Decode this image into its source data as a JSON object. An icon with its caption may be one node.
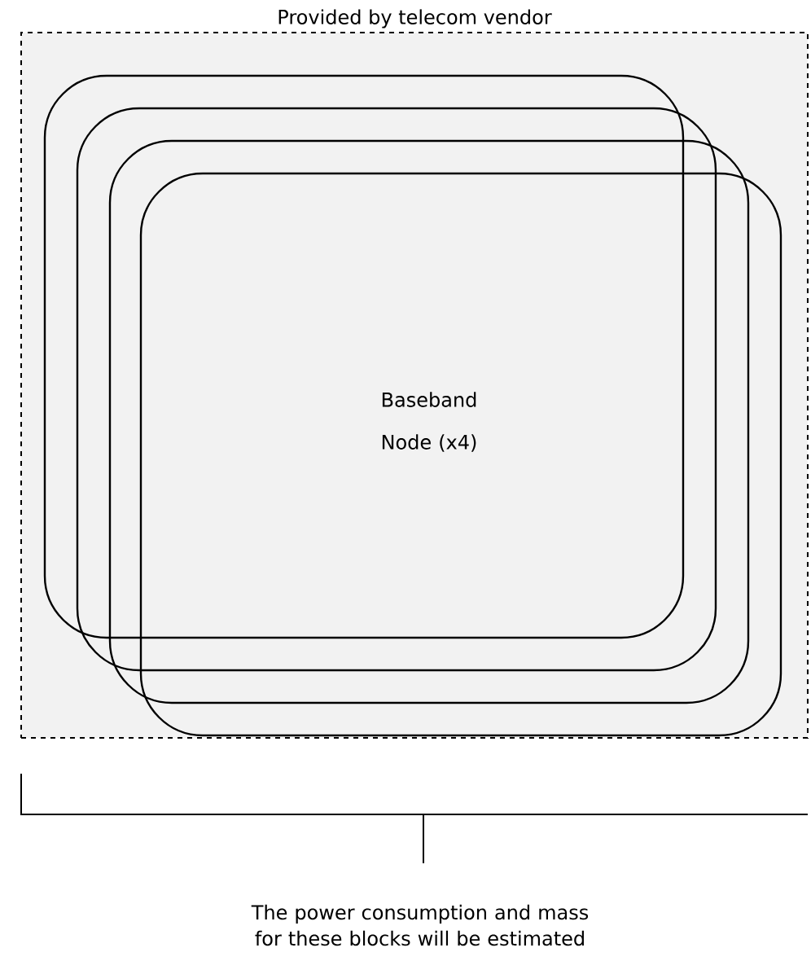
{
  "diagram": {
    "nodes": [
      {
        "text": [
          "Provided by telecom vendor"
        ]
      },
      {
        "text": [],
        "shape": "box",
        "in": 0
      },
      {
        "text": [],
        "shape": "box",
        "in": 0
      },
      {
        "text": [
          "Baseband Node (x4)"
        ],
        "in": 0
      },
      {
        "text": [],
        "shape": "box",
        "in": 0
      }
    ],
    "labels": [
      "The power consumption and mass for these blocks will be estimated"
    ]
  }
}
